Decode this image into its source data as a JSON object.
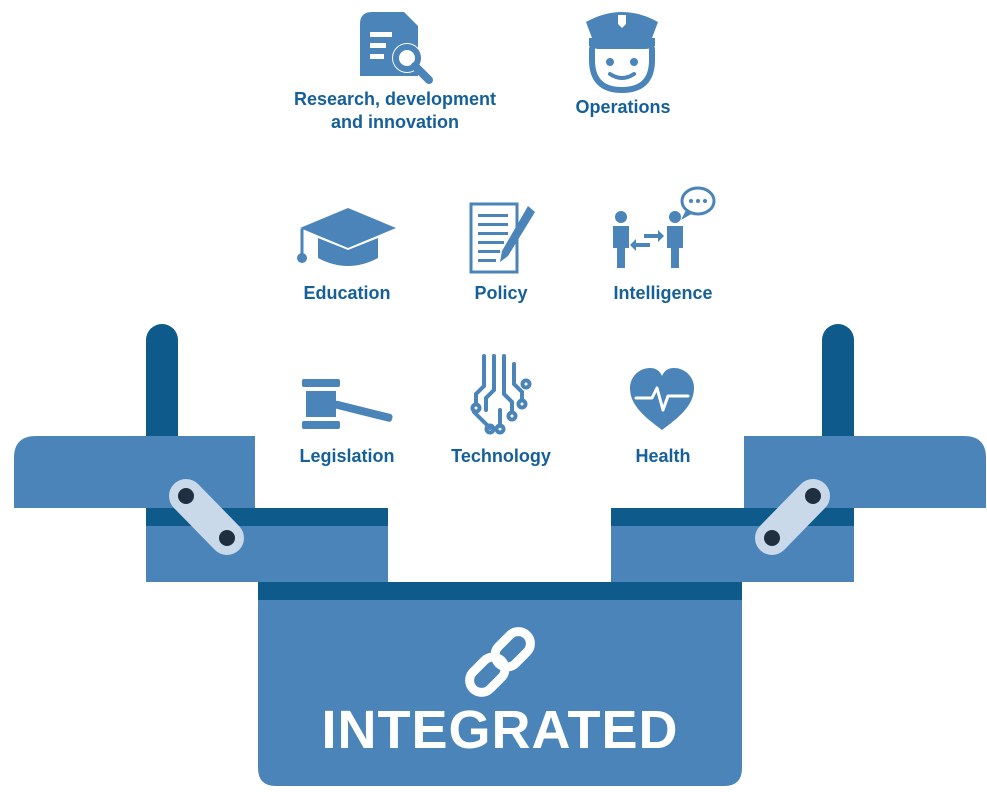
{
  "colors": {
    "box_light": "#4A84B8",
    "box_dark": "#0E5A8A",
    "icon": "#4A84B8",
    "label": "#16609A",
    "hinge_plate": "#C9D9EA",
    "hinge_pin": "#1F2F40",
    "title_text": "#FFFFFF"
  },
  "items": {
    "research": {
      "icon": "document-search-icon",
      "label_line1": "Research, development",
      "label_line2": "and innovation"
    },
    "operations": {
      "icon": "police-officer-icon",
      "label": "Operations"
    },
    "education": {
      "icon": "graduation-cap-icon",
      "label": "Education"
    },
    "policy": {
      "icon": "document-pen-icon",
      "label": "Policy"
    },
    "intelligence": {
      "icon": "people-exchange-icon",
      "label": "Intelligence"
    },
    "legislation": {
      "icon": "gavel-icon",
      "label": "Legislation"
    },
    "technology": {
      "icon": "circuit-icon",
      "label": "Technology"
    },
    "health": {
      "icon": "heart-pulse-icon",
      "label": "Health"
    }
  },
  "toolbox": {
    "icon": "chain-link-icon",
    "title": "INTEGRATED"
  }
}
